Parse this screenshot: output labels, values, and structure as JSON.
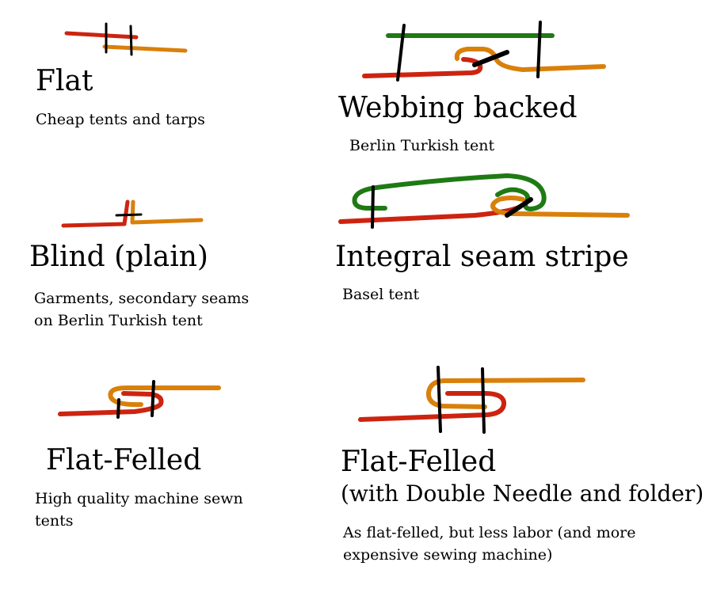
{
  "colors": {
    "red": "#cc2411",
    "orange": "#d9800b",
    "green": "#1f7a14",
    "black": "#000000",
    "background": "#ffffff"
  },
  "seams": [
    {
      "id": "flat",
      "title": "Flat",
      "description": "Cheap tents and tarps"
    },
    {
      "id": "webbing-backed",
      "title": "Webbing backed",
      "description": "Berlin Turkish tent"
    },
    {
      "id": "blind-plain",
      "title": "Blind (plain)",
      "description": "Garments, secondary seams\non Berlin Turkish tent"
    },
    {
      "id": "integral-seam-stripe",
      "title": "Integral seam stripe",
      "description": "Basel tent"
    },
    {
      "id": "flat-felled",
      "title": "Flat-Felled",
      "description": "High quality machine sewn\ntents"
    },
    {
      "id": "flat-felled-double-needle",
      "title": "Flat-Felled",
      "subtitle": "(with Double Needle and folder)",
      "description": "As flat-felled, but less labor (and more\nexpensive sewing machine)"
    }
  ]
}
